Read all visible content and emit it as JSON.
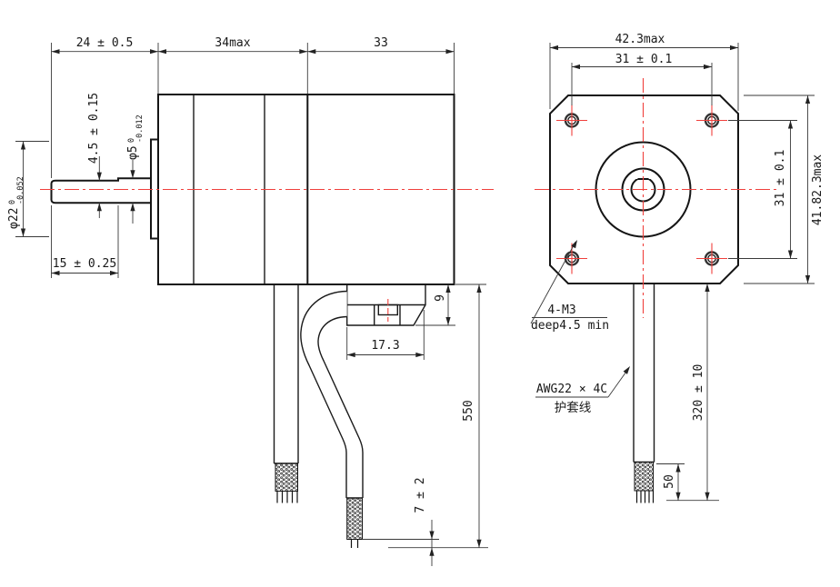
{
  "colors": {
    "line": "#1a1a1a",
    "dimension": "#3a3a3a",
    "centerline_red": "#f0403c",
    "background": "#ffffff"
  },
  "side_view": {
    "top_dims": [
      "24 ± 0.5",
      "34max",
      "33"
    ],
    "shaft_flat_height": "4.5 ± 0.15",
    "shaft_diameter": {
      "prefix": "φ5",
      "sup": "0",
      "sub": "-0.012"
    },
    "pilot_diameter": {
      "prefix": "φ22",
      "sup": "0",
      "sub": "-0.052"
    },
    "flat_length": "15 ± 0.25",
    "connector_height": "9",
    "connector_width": "17.3",
    "cable_length": "550",
    "wire_tail_length": "7 ± 2"
  },
  "front_view": {
    "body_width": "42.3max",
    "hole_spacing_horizontal": "31 ± 0.1",
    "hole_spacing_vertical": "31 ± 0.1",
    "body_height": "41.82.3max",
    "mounting_thread": "4-M3",
    "mounting_depth": "deep4.5 min",
    "cable_spec": "AWG22 × 4C",
    "cable_spec_cn": "护套线",
    "cable_length": "320 ± 10",
    "strip_length": "50"
  }
}
